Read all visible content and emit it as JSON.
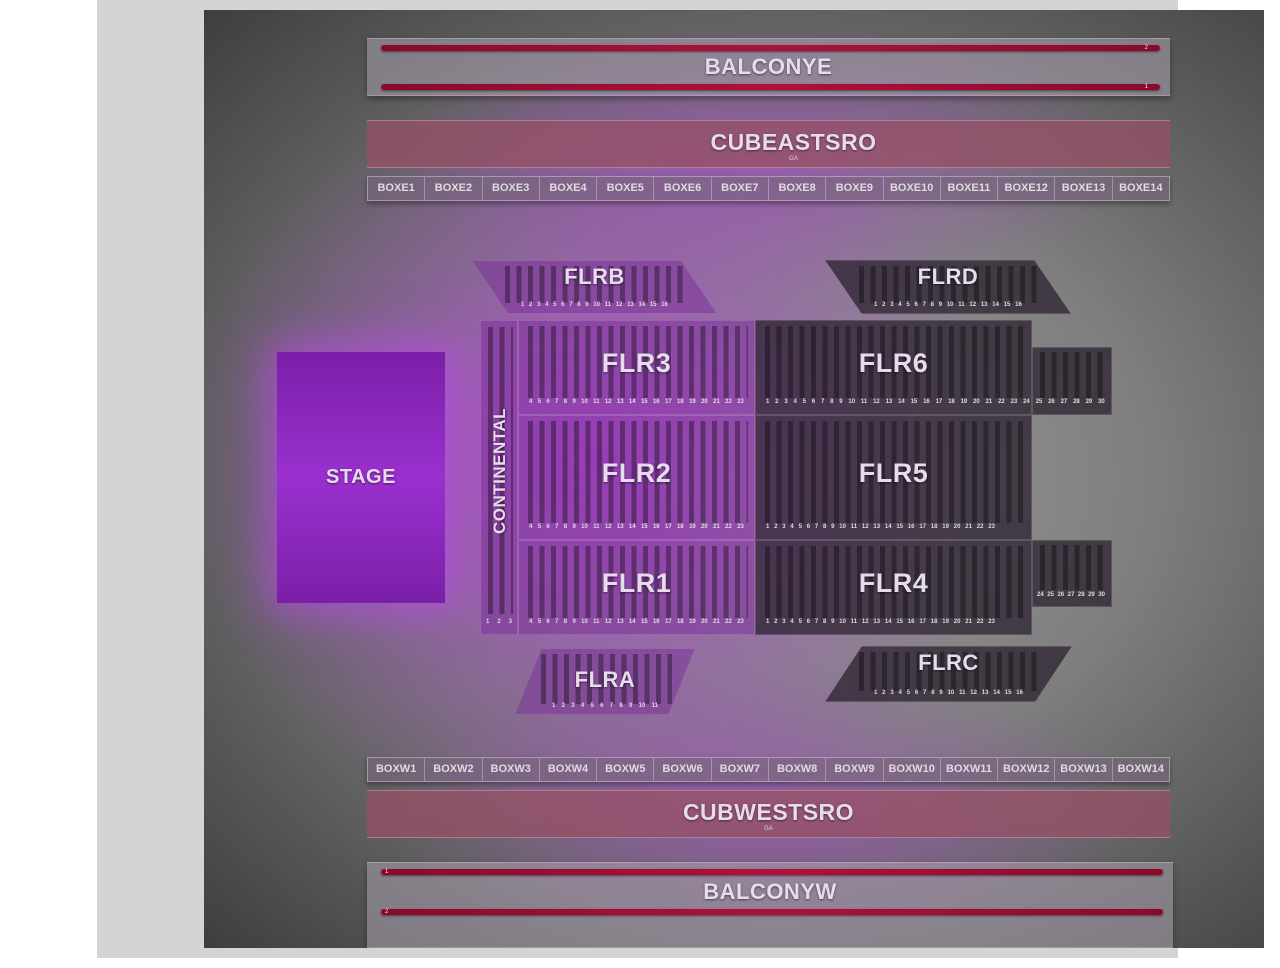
{
  "balcony_east": {
    "label": "BALCONYE",
    "rows": [
      "2",
      "1"
    ]
  },
  "cub_east": {
    "label": "CUBEASTSRO",
    "sub": "GA"
  },
  "boxes_east": [
    "BOXE1",
    "BOXE2",
    "BOXE3",
    "BOXE4",
    "BOXE5",
    "BOXE6",
    "BOXE7",
    "BOXE8",
    "BOXE9",
    "BOXE10",
    "BOXE11",
    "BOXE12",
    "BOXE13",
    "BOXE14"
  ],
  "stage": {
    "label": "STAGE"
  },
  "continental": {
    "label": "CONTINENTAL",
    "rows": [
      "1",
      "2",
      "3"
    ]
  },
  "sections": {
    "flrb": {
      "label": "FLRB",
      "rows": [
        "1",
        "2",
        "3",
        "4",
        "5",
        "6",
        "7",
        "8",
        "9",
        "10",
        "11",
        "12",
        "13",
        "14",
        "15",
        "16"
      ]
    },
    "flrd": {
      "label": "FLRD",
      "rows": [
        "1",
        "2",
        "3",
        "4",
        "5",
        "6",
        "7",
        "8",
        "9",
        "10",
        "11",
        "12",
        "13",
        "14",
        "15",
        "16"
      ]
    },
    "flr3": {
      "label": "FLR3",
      "rows": [
        "4",
        "5",
        "6",
        "7",
        "8",
        "9",
        "10",
        "11",
        "12",
        "13",
        "14",
        "15",
        "16",
        "17",
        "18",
        "19",
        "20",
        "21",
        "22",
        "23"
      ]
    },
    "flr6": {
      "label": "FLR6",
      "rows": [
        "1",
        "2",
        "3",
        "4",
        "5",
        "6",
        "7",
        "8",
        "9",
        "10",
        "11",
        "12",
        "13",
        "14",
        "15",
        "16",
        "17",
        "18",
        "19",
        "20",
        "21",
        "22",
        "23",
        "24",
        "25",
        "26",
        "27",
        "28",
        "29",
        "30"
      ]
    },
    "flr2": {
      "label": "FLR2",
      "rows": [
        "4",
        "5",
        "6",
        "7",
        "8",
        "9",
        "10",
        "11",
        "12",
        "13",
        "14",
        "15",
        "16",
        "17",
        "18",
        "19",
        "20",
        "21",
        "22",
        "23"
      ]
    },
    "flr5": {
      "label": "FLR5",
      "rows": [
        "1",
        "2",
        "3",
        "4",
        "5",
        "6",
        "7",
        "8",
        "9",
        "10",
        "11",
        "12",
        "13",
        "14",
        "15",
        "16",
        "17",
        "18",
        "19",
        "20",
        "21",
        "22",
        "23"
      ]
    },
    "flr1": {
      "label": "FLR1",
      "rows": [
        "4",
        "5",
        "6",
        "7",
        "8",
        "9",
        "10",
        "11",
        "12",
        "13",
        "14",
        "15",
        "16",
        "17",
        "18",
        "19",
        "20",
        "21",
        "22",
        "23"
      ]
    },
    "flr4": {
      "label": "FLR4",
      "rows": [
        "1",
        "2",
        "3",
        "4",
        "5",
        "6",
        "7",
        "8",
        "9",
        "10",
        "11",
        "12",
        "13",
        "14",
        "15",
        "16",
        "17",
        "18",
        "19",
        "20",
        "21",
        "22",
        "23"
      ],
      "rows_ext": [
        "24",
        "25",
        "26",
        "27",
        "28",
        "29",
        "30"
      ]
    },
    "flra": {
      "label": "FLRA",
      "rows": [
        "1",
        "2",
        "3",
        "4",
        "5",
        "6",
        "7",
        "8",
        "9",
        "10",
        "11"
      ]
    },
    "flrc": {
      "label": "FLRC",
      "rows": [
        "1",
        "2",
        "3",
        "4",
        "5",
        "6",
        "7",
        "8",
        "9",
        "10",
        "11",
        "12",
        "13",
        "14",
        "15",
        "16"
      ]
    }
  },
  "boxes_west": [
    "BOXW1",
    "BOXW2",
    "BOXW3",
    "BOXW4",
    "BOXW5",
    "BOXW6",
    "BOXW7",
    "BOXW8",
    "BOXW9",
    "BOXW10",
    "BOXW11",
    "BOXW12",
    "BOXW13",
    "BOXW14"
  ],
  "cub_west": {
    "label": "CUBWESTSRO",
    "sub": "GA"
  },
  "balcony_west": {
    "label": "BALCONYW",
    "rows": [
      "1",
      "2"
    ]
  },
  "colors": {
    "accent": "#9a30cf",
    "balcony_row": "#a0103a",
    "cub_fill": "#96506a"
  }
}
